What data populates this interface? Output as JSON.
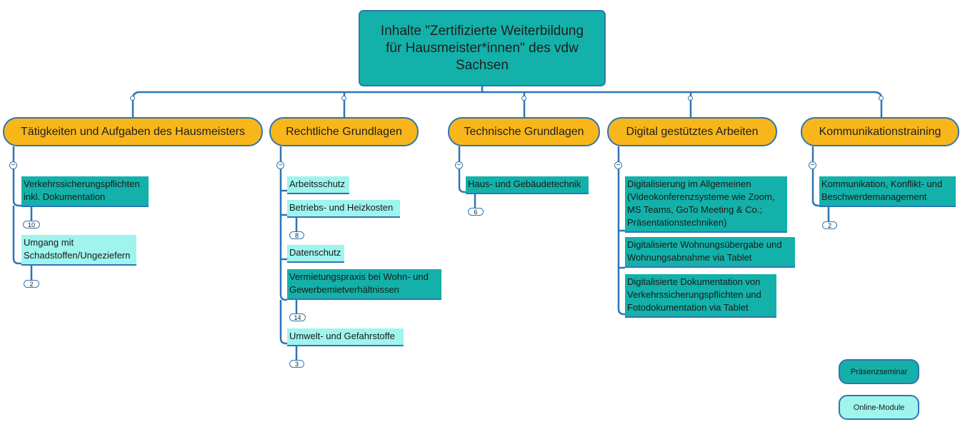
{
  "root": {
    "title": "Inhalte \"Zertifizierte Weiterbildung für Hausmeister*innen\" des vdw Sachsen"
  },
  "categories": [
    {
      "label": "Tätigkeiten und Aufgaben des Hausmeisters",
      "topics": [
        {
          "lines": [
            "Verkehrssicherungspflichten",
            "inkl. Dokumentation"
          ],
          "kind": "praesenz"
        },
        {
          "lines": [
            "Umgang  mit",
            "Schadstoffen/Ungeziefern"
          ],
          "kind": "online"
        }
      ],
      "counts": [
        "10",
        "2"
      ]
    },
    {
      "label": "Rechtliche Grundlagen",
      "topics": [
        {
          "lines": [
            "Arbeitsschutz"
          ],
          "kind": "online"
        },
        {
          "lines": [
            "Betriebs- und Heizkosten"
          ],
          "kind": "online"
        },
        {
          "lines": [
            "Datenschutz"
          ],
          "kind": "online"
        },
        {
          "lines": [
            "Vermietungspraxis bei Wohn- und",
            "Gewerbemietverhältnissen"
          ],
          "kind": "praesenz"
        },
        {
          "lines": [
            "Umwelt- und Gefahrstoffe"
          ],
          "kind": "online"
        }
      ],
      "counts": [
        "8",
        "14",
        "3"
      ]
    },
    {
      "label": "Technische Grundlagen",
      "topics": [
        {
          "lines": [
            "Haus- und Gebäudetechnik"
          ],
          "kind": "praesenz"
        }
      ],
      "counts": [
        "6"
      ]
    },
    {
      "label": "Digital gestütztes Arbeiten",
      "topics": [
        {
          "lines": [
            "Digitalisierung im Allgemeinen",
            "(Videokonferenzsysteme wie Zoom,",
            "MS Teams, GoTo Meeting & Co.;",
            "Präsentationstechniken)"
          ],
          "kind": "praesenz"
        },
        {
          "lines": [
            "Digitalisierte Wohnungsübergabe und",
            "Wohnungsabnahme via Tablet"
          ],
          "kind": "praesenz"
        },
        {
          "lines": [
            "Digitalisierte Dokumentation von",
            "Verkehrssicherungspflichten und",
            "Fotodokumentation via Tablet"
          ],
          "kind": "praesenz"
        }
      ],
      "counts": []
    },
    {
      "label": "Kommunikationstraining",
      "topics": [
        {
          "lines": [
            "Kommunikation, Konflikt- und",
            "Beschwerdemanagement"
          ],
          "kind": "praesenz"
        }
      ],
      "counts": [
        "2"
      ]
    }
  ],
  "legend": {
    "praesenz": "Präsenzseminar",
    "online": "Online-Module"
  },
  "colors": {
    "praesenz": "#13b1a9",
    "online": "#9ff4ee",
    "category": "#f8b61b",
    "line": "#2e75b6"
  }
}
